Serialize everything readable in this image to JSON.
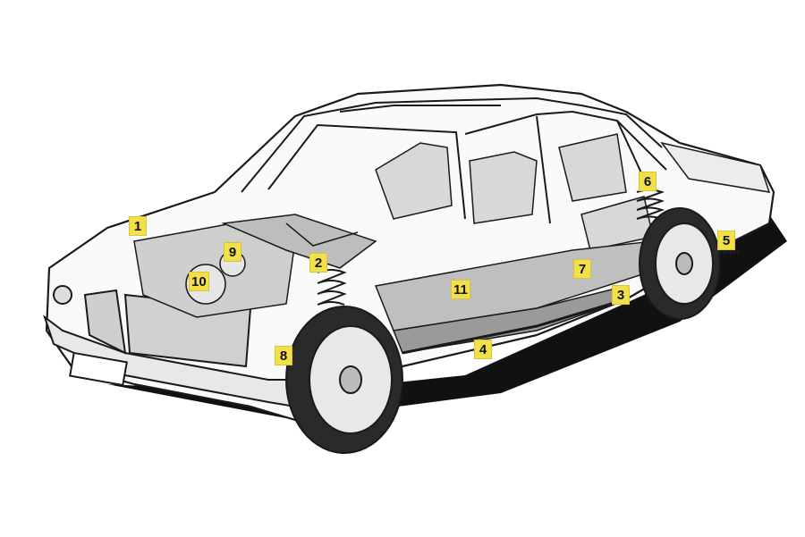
{
  "diagram": {
    "markers": [
      "1",
      "2",
      "3",
      "4",
      "5",
      "6",
      "7",
      "8",
      "9",
      "10",
      "11"
    ],
    "colors": {
      "marker": "#f2e04a",
      "ink": "#1a1a1a",
      "paper": "#ffffff",
      "shadow": "#111111"
    },
    "signature_text": "BEHRENS"
  }
}
